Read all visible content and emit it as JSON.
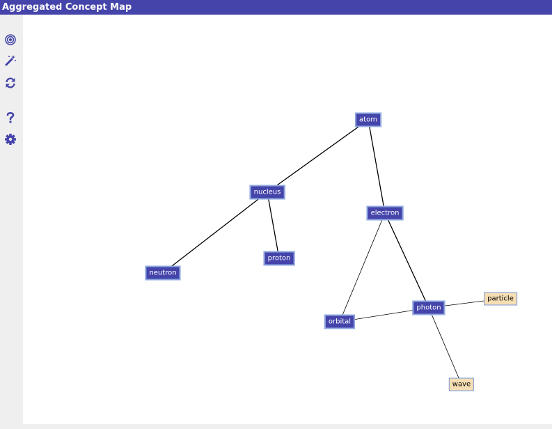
{
  "window": {
    "title": "Aggregated Concept Map"
  },
  "toolbar": {
    "tools": [
      {
        "name": "target-icon"
      },
      {
        "name": "magic-wand-icon"
      },
      {
        "name": "refresh-icon"
      },
      {
        "name": "help-icon"
      },
      {
        "name": "gear-icon"
      }
    ]
  },
  "colors": {
    "accent": "#4444aa",
    "node_border": "#8fa8e0",
    "leaf_fill": "#f5deb3",
    "edge": "#000000"
  },
  "graph": {
    "nodes": [
      {
        "id": "atom",
        "label": "atom",
        "kind": "concept"
      },
      {
        "id": "nucleus",
        "label": "nucleus",
        "kind": "concept"
      },
      {
        "id": "electron",
        "label": "electron",
        "kind": "concept"
      },
      {
        "id": "proton",
        "label": "proton",
        "kind": "concept"
      },
      {
        "id": "neutron",
        "label": "neutron",
        "kind": "concept"
      },
      {
        "id": "orbital",
        "label": "orbital",
        "kind": "concept"
      },
      {
        "id": "photon",
        "label": "photon",
        "kind": "concept"
      },
      {
        "id": "particle",
        "label": "particle",
        "kind": "leaf"
      },
      {
        "id": "wave",
        "label": "wave",
        "kind": "leaf"
      }
    ],
    "edges": [
      {
        "from": "atom",
        "to": "nucleus",
        "weight": 2
      },
      {
        "from": "atom",
        "to": "electron",
        "weight": 2
      },
      {
        "from": "nucleus",
        "to": "neutron",
        "weight": 2
      },
      {
        "from": "nucleus",
        "to": "proton",
        "weight": 2
      },
      {
        "from": "electron",
        "to": "orbital",
        "weight": 1
      },
      {
        "from": "electron",
        "to": "photon",
        "weight": 2
      },
      {
        "from": "orbital",
        "to": "photon",
        "weight": 1
      },
      {
        "from": "photon",
        "to": "particle",
        "weight": 1
      },
      {
        "from": "photon",
        "to": "wave",
        "weight": 1
      }
    ]
  }
}
